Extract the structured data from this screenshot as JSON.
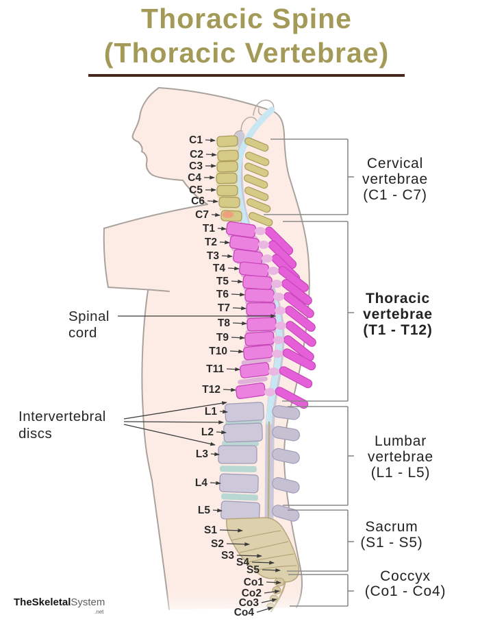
{
  "title": {
    "line1": "Thoracic Spine",
    "line2": "(Thoracic Vertebrae)"
  },
  "annotations": {
    "spinal_cord": {
      "line1": "Spinal",
      "line2": "cord"
    },
    "intervertebral_discs": {
      "line1": "Intervertebral",
      "line2": "discs"
    }
  },
  "regions": [
    {
      "id": "cervical",
      "label_lines": [
        "Cervical",
        "vertebrae",
        "(C1 - C7)"
      ],
      "bold": false,
      "vertebrae": [
        "C1",
        "C2",
        "C3",
        "C4",
        "C5",
        "C6",
        "C7"
      ],
      "color": "#d6ca87"
    },
    {
      "id": "thoracic",
      "label_lines": [
        "Thoracic",
        "vertebrae",
        "(T1 - T12)"
      ],
      "bold": true,
      "vertebrae": [
        "T1",
        "T2",
        "T3",
        "T4",
        "T5",
        "T6",
        "T7",
        "T8",
        "T9",
        "T10",
        "T11",
        "T12"
      ],
      "color": "#ec82e0"
    },
    {
      "id": "lumbar",
      "label_lines": [
        "Lumbar",
        "vertebrae",
        "(L1 - L5)"
      ],
      "bold": false,
      "vertebrae": [
        "L1",
        "L2",
        "L3",
        "L4",
        "L5"
      ],
      "color": "#cdc9da"
    },
    {
      "id": "sacrum",
      "label_lines": [
        "Sacrum",
        "(S1 - S5)"
      ],
      "bold": false,
      "vertebrae": [
        "S1",
        "S2",
        "S3",
        "S4",
        "S5"
      ],
      "color": "#ddd1ad"
    },
    {
      "id": "coccyx",
      "label_lines": [
        "Coccyx",
        "(Co1 - Co4)"
      ],
      "bold": false,
      "vertebrae": [
        "Co1",
        "Co2",
        "Co3",
        "Co4"
      ],
      "color": "#d5c7a2"
    }
  ],
  "watermark": {
    "part1": "TheSkeletal",
    "part2": "System",
    "part3": ".net"
  },
  "palette": {
    "title_gold": "#a49a58",
    "underline_brown": "#44281c",
    "skin": "#fcece5",
    "body_outline": "#a9a29c",
    "cervical_fill": "#d6ca87",
    "cervical_stroke": "#ab9c5e",
    "cervical_disc": "#e7e0b4",
    "thoracic_fill": "#ec82e0",
    "thoracic_stroke": "#c746ba",
    "thoracic_process": "#e560d8",
    "thoracic_disc": "#dfb3d9",
    "lumbar_fill": "#cdc9da",
    "lumbar_stroke": "#a29db8",
    "lumbar_process": "#c5c1d3",
    "lumbar_disc": "#b9d8d4",
    "sacrum_fill": "#ddd1ad",
    "sacrum_stroke": "#b5a57a",
    "coccyx_fill": "#d5c7a2",
    "dura_stripe": "#cbc8d8",
    "cord_blue": "#c8e7f3",
    "filum": "#bfae85",
    "leader_line": "#3c3c3c",
    "bracket_line": "#898989",
    "label_text": "#2a2a2a",
    "salmon": "#ef9f7d"
  }
}
